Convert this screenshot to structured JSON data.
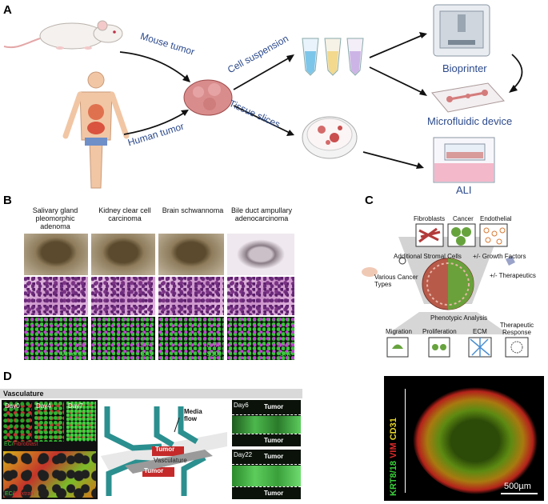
{
  "panels": {
    "a": "A",
    "b": "B",
    "c": "C",
    "d": "D"
  },
  "panel_a": {
    "mouse_tumor": "Mouse tumor",
    "human_tumor": "Human  tumor",
    "cell_suspension": "Cell suspension",
    "tissue_slices": "Tissue slices",
    "bioprinter": "Bioprinter",
    "microfluidic_device": "Microfluidic device",
    "ali": "ALI"
  },
  "panel_b": {
    "columns": [
      {
        "title": "Salivary gland pleomorphic adenoma",
        "ifl_top": "p63",
        "ifl_bottom": "Vimentin"
      },
      {
        "title": "Kidney clear cell carcinoma",
        "ifl_top": "DAPI",
        "ifl_bottom": "CA9"
      },
      {
        "title": "Brain schwannoma",
        "ifl_top": "DAPI",
        "ifl_bottom": "S100"
      },
      {
        "title": "Bile duct ampullary adenocarcinoma",
        "ifl_top": "DAPI",
        "ifl_bottom": "CK7"
      }
    ]
  },
  "panel_c": {
    "fibroblasts": "Fibroblasts",
    "cancer": "Cancer",
    "endothelial": "Endothelial",
    "additional_stromal": "Additional Stromal Cells",
    "growth_factors": "+/- Growth Factors",
    "various_cancer": "Various Cancer Types",
    "therapeutics": "+/- Therapeutics",
    "phenotypic": "Phenotypic Analysis",
    "migration": "Migration",
    "proliferation": "Proliferation",
    "ecm": "ECM",
    "therapeutic_response": "Therapeutic Response",
    "markers": {
      "krt": "KRT8/18",
      "vim": "VIM",
      "cd31": "CD31"
    },
    "scale": "500µm"
  },
  "panel_d": {
    "vasculature_title": "Vasculature",
    "days": [
      "Day0",
      "Day4",
      "Day7"
    ],
    "ec_label_1": "EC/",
    "fibroblast_1": "Fibroblast",
    "ec_label_2": "EC/",
    "fibroblast_2": "Dextran",
    "media_flow": "Media flow",
    "tumor_top": "Tumor",
    "tumor_bottom": "Tumor",
    "vasculature_center": "Vasculature",
    "day6": "Day6",
    "day22": "Day22",
    "tumor_right": [
      "Tumor",
      "Tumor",
      "Tumor",
      "Tumor"
    ]
  }
}
